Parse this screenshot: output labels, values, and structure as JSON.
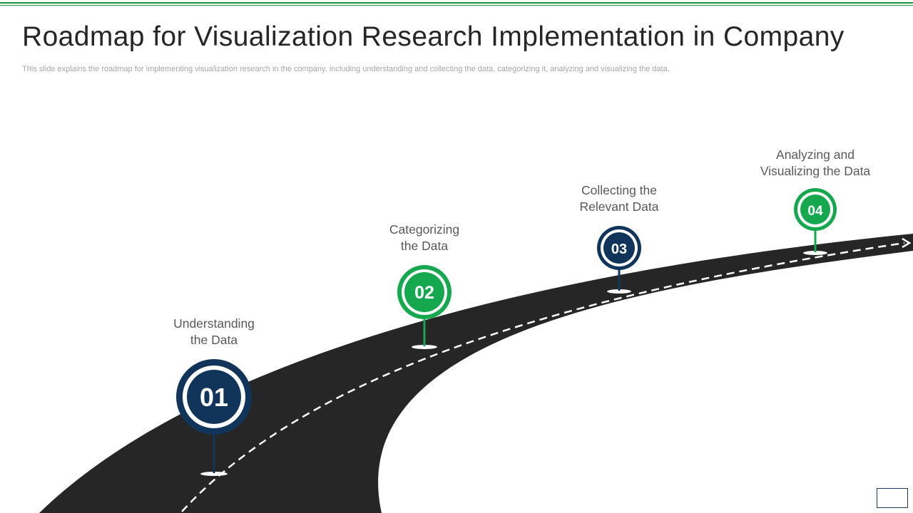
{
  "slide": {
    "title": "Roadmap for Visualization Research Implementation in Company",
    "subtitle": "This slide explains the roadmap for implementing visualization research in the company, including understanding and collecting the data, categorizing it,  analyzing and visualizing the data."
  },
  "colors": {
    "navy": "#11355a",
    "green": "#16a84f",
    "road": "#262626",
    "rule": "#1b9446"
  },
  "steps": [
    {
      "number": "01",
      "line1": "Understanding",
      "line2": "the Data",
      "color": "navy"
    },
    {
      "number": "02",
      "line1": "Categorizing",
      "line2": "the Data",
      "color": "green"
    },
    {
      "number": "03",
      "line1": "Collecting the",
      "line2": "Relevant Data",
      "color": "navy"
    },
    {
      "number": "04",
      "line1": "Analyzing and",
      "line2": "Visualizing the Data",
      "color": "green"
    }
  ]
}
